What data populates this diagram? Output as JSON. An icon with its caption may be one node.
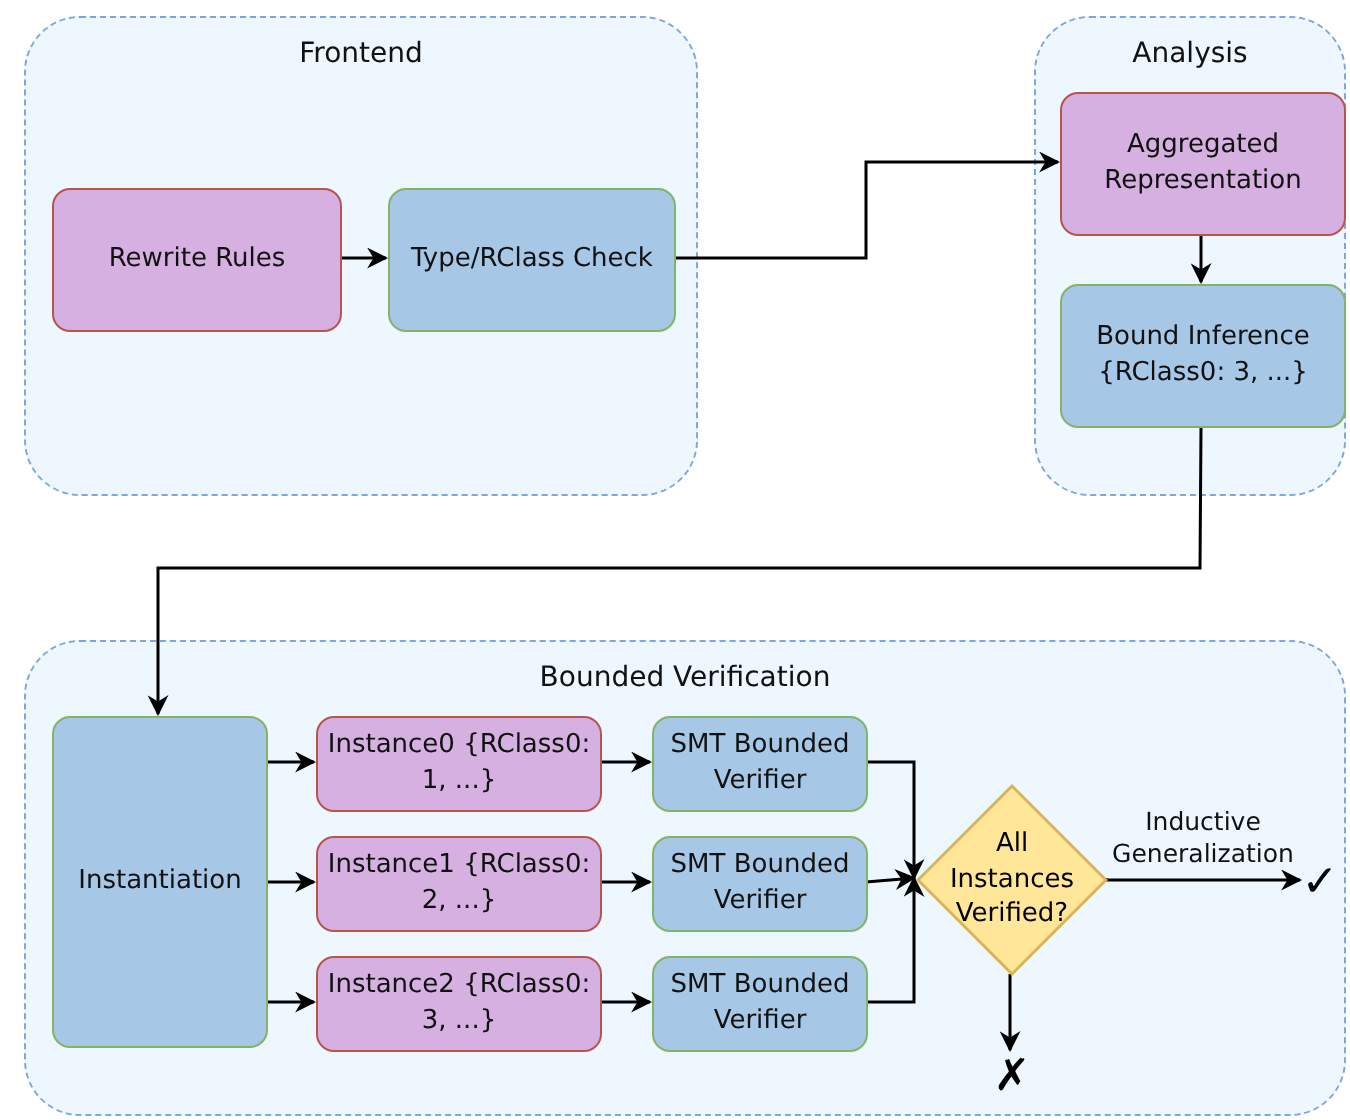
{
  "diagram": {
    "nodes": [
      {
        "text": [
          "Frontend"
        ]
      },
      {
        "text": [
          "Rewrite Rules"
        ],
        "in": 0
      },
      {
        "text": [
          "Type/RClass Check"
        ],
        "in": 0
      },
      {
        "text": [
          "Analysis"
        ]
      },
      {
        "text": [
          "Aggregated Representation"
        ],
        "in": 3
      },
      {
        "text": [
          "Bound Inference {RClass0: 3, ...}"
        ],
        "in": 3
      },
      {
        "text": [
          "Bounded Verification"
        ]
      },
      {
        "text": [
          "Instantiation"
        ],
        "in": 6
      },
      {
        "text": [
          "Instance0 {RClass0: 1, ...}"
        ],
        "in": 6
      },
      {
        "text": [
          "Instance1 {RClass0: 2, ...}"
        ],
        "in": 6
      },
      {
        "text": [
          "Instance2 {RClass0: 3, ...}"
        ],
        "in": 6
      },
      {
        "text": [
          "SMT Bounded Verifier"
        ],
        "in": 6
      },
      {
        "text": [
          "SMT Bounded Verifier"
        ],
        "in": 6
      },
      {
        "text": [
          "SMT Bounded Verifier"
        ],
        "in": 6
      },
      {
        "text": [
          "All Instances Verified?"
        ],
        "in": 6
      },
      {
        "text": [
          "✓"
        ],
        "in": 6
      },
      {
        "text": [
          "✗"
        ],
        "in": 6
      }
    ],
    "edges": [
      {
        "from": 1,
        "to": 2,
        "arrow": "to"
      },
      {
        "from": 2,
        "to": 4,
        "arrow": "to"
      },
      {
        "from": 4,
        "to": 5,
        "arrow": "to"
      },
      {
        "from": 5,
        "to": 7,
        "arrow": "to"
      },
      {
        "from": 7,
        "to": 8,
        "arrow": "to"
      },
      {
        "from": 7,
        "to": 9,
        "arrow": "to"
      },
      {
        "from": 7,
        "to": 10,
        "arrow": "to"
      },
      {
        "from": 8,
        "to": 11,
        "arrow": "to"
      },
      {
        "from": 9,
        "to": 12,
        "arrow": "to"
      },
      {
        "from": 10,
        "to": 13,
        "arrow": "to"
      },
      {
        "from": 11,
        "to": 14,
        "arrow": "to"
      },
      {
        "from": 12,
        "to": 14,
        "arrow": "to"
      },
      {
        "from": 13,
        "to": 14,
        "arrow": "to"
      },
      {
        "from": 14,
        "to": 15,
        "label": "Inductive Generalization",
        "arrow": "to"
      },
      {
        "from": 14,
        "to": 16,
        "arrow": "to"
      }
    ]
  }
}
